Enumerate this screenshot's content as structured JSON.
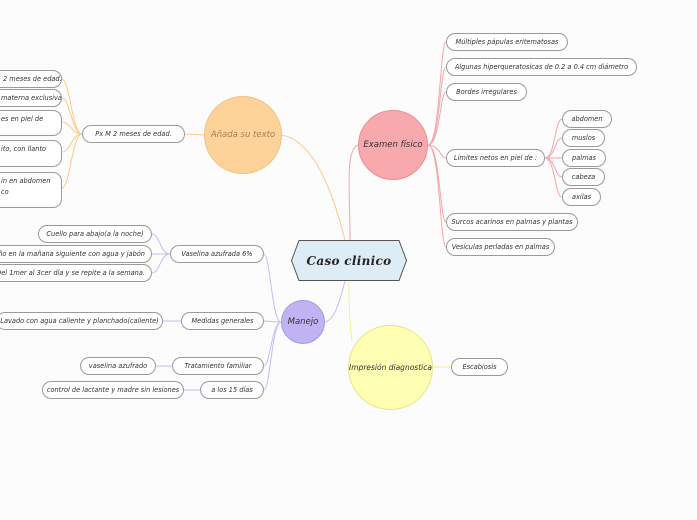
{
  "center": {
    "title": "Caso clinico"
  },
  "colors": {
    "orange": "#fdd39a",
    "orange_line": "#fbc98a",
    "red": "#f8a9ad",
    "red_line": "#f6a5a9",
    "purple": "#c0b3f4",
    "purple_line": "#c7bdf0",
    "yellow": "#ffffb4",
    "yellow_line": "#f2f28a",
    "center_fill": "#deedf5"
  },
  "branches": {
    "anada": {
      "label": "Añada su texto",
      "child": "Px  M  2 meses de edad.",
      "leaves": [
        "2 meses de edad.",
        "materna exclusiva",
        "es en piel de",
        "ito, con llanto",
        "in en abdomen\nco"
      ]
    },
    "examen": {
      "label": "Examen físico",
      "items": [
        "Múltiples pápulas eritematosas",
        "Algunas hiperqueratosicas de 0.2 a 0.4 cm diámetro",
        "Bordes irregulares",
        "Límites netos en piel de :",
        "Surcos acarinos en palmas y plantas",
        "Vesículas perladas en palmas"
      ],
      "sub": [
        "abdomen",
        "muslos",
        "palmas",
        "cabeza",
        "axilas"
      ]
    },
    "manejo": {
      "label": "Manejo",
      "vaselina": {
        "label": "Vaselina azufrada 6%",
        "leaves": [
          "Cuello para abajo(a la noche)",
          "baño en la mañana siguiente con agua y jabón",
          "Del 1mer al 3cer día y se repite a la semana."
        ]
      },
      "medidas": {
        "label": "Medidas generales",
        "leaves": [
          "Lavado con agua caliente y planchado(caliente)"
        ]
      },
      "tratamiento": {
        "label": "Tratamiento familiar",
        "leaves": [
          "vaselina azufrado"
        ]
      },
      "dias": {
        "label": "a los 15 días",
        "leaves": [
          "control de lactante y madre sin lesiones"
        ]
      }
    },
    "impresion": {
      "label": "Impresión diagnostica",
      "child": "Escabiosis"
    }
  }
}
